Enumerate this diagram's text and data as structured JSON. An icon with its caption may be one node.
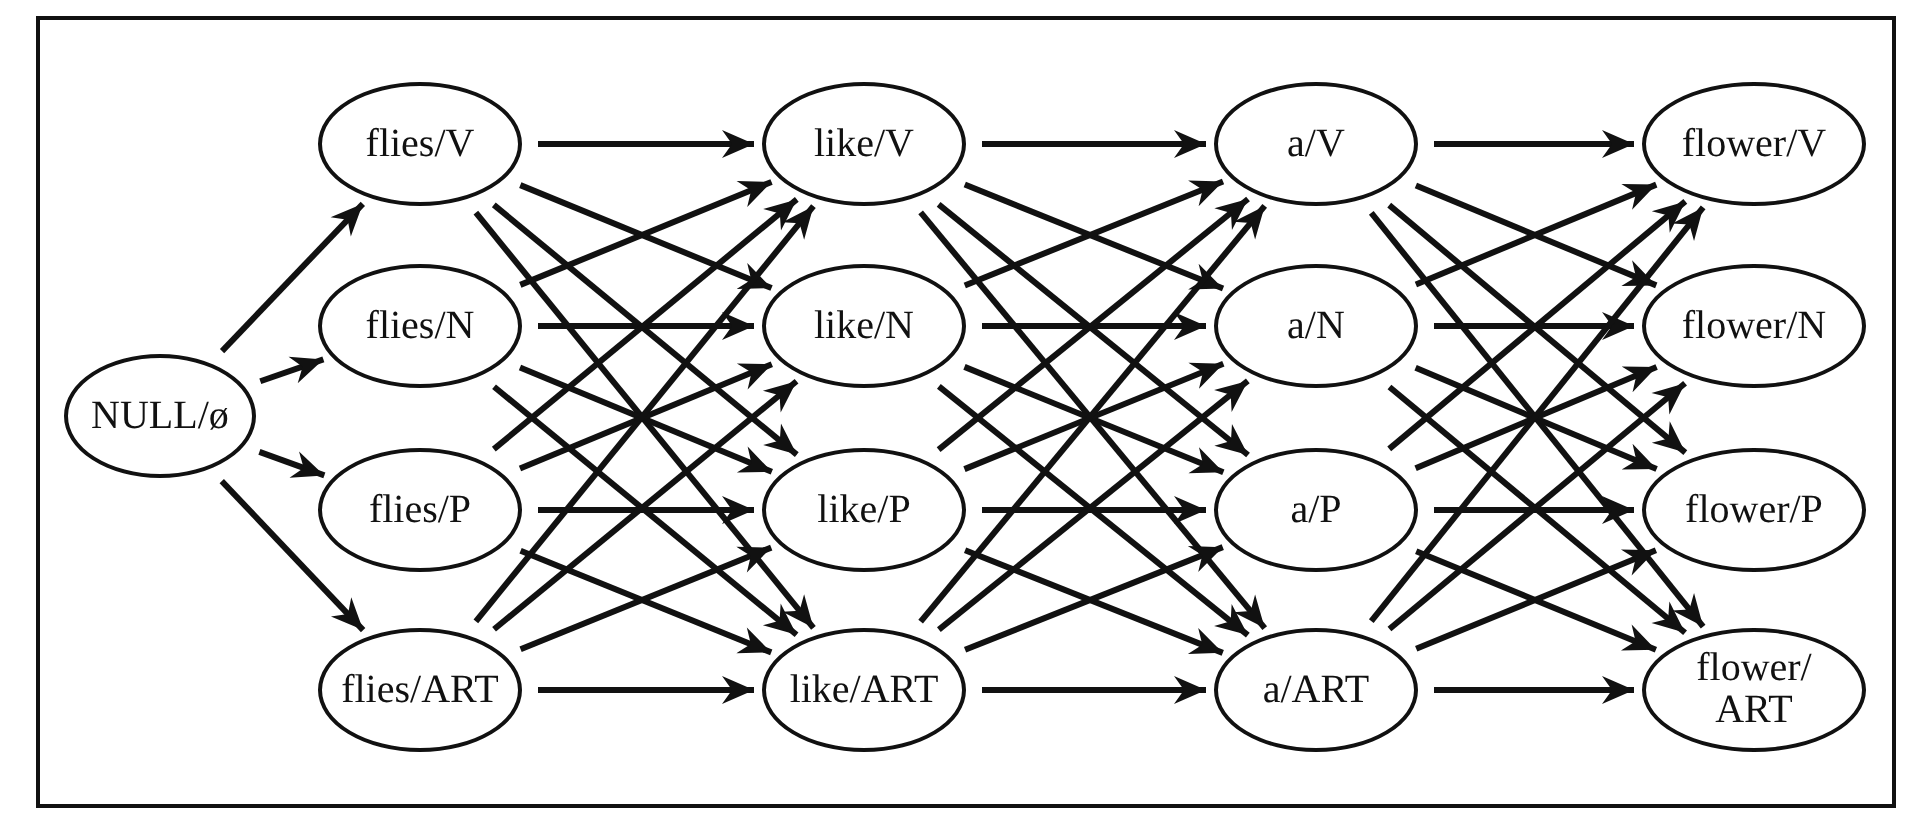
{
  "diagram": {
    "nodes": [
      {
        "text": [
          "NULL/ø"
        ]
      },
      {
        "text": [
          "flies/V"
        ]
      },
      {
        "text": [
          "flies/N"
        ]
      },
      {
        "text": [
          "flies/P"
        ]
      },
      {
        "text": [
          "flies/ART"
        ]
      },
      {
        "text": [
          "like/V"
        ]
      },
      {
        "text": [
          "like/N"
        ]
      },
      {
        "text": [
          "like/P"
        ]
      },
      {
        "text": [
          "like/ART"
        ]
      },
      {
        "text": [
          "a/V"
        ]
      },
      {
        "text": [
          "a/N"
        ]
      },
      {
        "text": [
          "a/P"
        ]
      },
      {
        "text": [
          "a/ART"
        ]
      },
      {
        "text": [
          "flower/V"
        ]
      },
      {
        "text": [
          "flower/N"
        ]
      },
      {
        "text": [
          "flower/P"
        ]
      },
      {
        "text": [
          "flower/ ART"
        ]
      }
    ],
    "edges": [
      {
        "from": 0,
        "to": 1,
        "arrow": "to"
      },
      {
        "from": 0,
        "to": 2,
        "arrow": "to"
      },
      {
        "from": 0,
        "to": 3,
        "arrow": "to"
      },
      {
        "from": 0,
        "to": 4,
        "arrow": "to"
      },
      {
        "from": 1,
        "to": 5,
        "arrow": "to"
      },
      {
        "from": 1,
        "to": 6,
        "arrow": "to"
      },
      {
        "from": 1,
        "to": 7,
        "arrow": "to"
      },
      {
        "from": 1,
        "to": 8,
        "arrow": "to"
      },
      {
        "from": 2,
        "to": 5,
        "arrow": "to"
      },
      {
        "from": 2,
        "to": 6,
        "arrow": "to"
      },
      {
        "from": 2,
        "to": 7,
        "arrow": "to"
      },
      {
        "from": 2,
        "to": 8,
        "arrow": "to"
      },
      {
        "from": 3,
        "to": 5,
        "arrow": "to"
      },
      {
        "from": 3,
        "to": 6,
        "arrow": "to"
      },
      {
        "from": 3,
        "to": 7,
        "arrow": "to"
      },
      {
        "from": 3,
        "to": 8,
        "arrow": "to"
      },
      {
        "from": 4,
        "to": 5,
        "arrow": "to"
      },
      {
        "from": 4,
        "to": 6,
        "arrow": "to"
      },
      {
        "from": 4,
        "to": 7,
        "arrow": "to"
      },
      {
        "from": 4,
        "to": 8,
        "arrow": "to"
      },
      {
        "from": 5,
        "to": 9,
        "arrow": "to"
      },
      {
        "from": 5,
        "to": 10,
        "arrow": "to"
      },
      {
        "from": 5,
        "to": 11,
        "arrow": "to"
      },
      {
        "from": 5,
        "to": 12,
        "arrow": "to"
      },
      {
        "from": 6,
        "to": 9,
        "arrow": "to"
      },
      {
        "from": 6,
        "to": 10,
        "arrow": "to"
      },
      {
        "from": 6,
        "to": 11,
        "arrow": "to"
      },
      {
        "from": 6,
        "to": 12,
        "arrow": "to"
      },
      {
        "from": 7,
        "to": 9,
        "arrow": "to"
      },
      {
        "from": 7,
        "to": 10,
        "arrow": "to"
      },
      {
        "from": 7,
        "to": 11,
        "arrow": "to"
      },
      {
        "from": 7,
        "to": 12,
        "arrow": "to"
      },
      {
        "from": 8,
        "to": 9,
        "arrow": "to"
      },
      {
        "from": 8,
        "to": 10,
        "arrow": "to"
      },
      {
        "from": 8,
        "to": 11,
        "arrow": "to"
      },
      {
        "from": 8,
        "to": 12,
        "arrow": "to"
      },
      {
        "from": 9,
        "to": 13,
        "arrow": "to"
      },
      {
        "from": 9,
        "to": 14,
        "arrow": "to"
      },
      {
        "from": 9,
        "to": 15,
        "arrow": "to"
      },
      {
        "from": 9,
        "to": 16,
        "arrow": "to"
      },
      {
        "from": 10,
        "to": 13,
        "arrow": "to"
      },
      {
        "from": 10,
        "to": 14,
        "arrow": "to"
      },
      {
        "from": 10,
        "to": 15,
        "arrow": "to"
      },
      {
        "from": 10,
        "to": 16,
        "arrow": "to"
      },
      {
        "from": 11,
        "to": 13,
        "arrow": "to"
      },
      {
        "from": 11,
        "to": 14,
        "arrow": "to"
      },
      {
        "from": 11,
        "to": 15,
        "arrow": "to"
      },
      {
        "from": 11,
        "to": 16,
        "arrow": "to"
      },
      {
        "from": 12,
        "to": 13,
        "arrow": "to"
      },
      {
        "from": 12,
        "to": 14,
        "arrow": "to"
      },
      {
        "from": 12,
        "to": 15,
        "arrow": "to"
      },
      {
        "from": 12,
        "to": 16,
        "arrow": "to"
      }
    ]
  }
}
